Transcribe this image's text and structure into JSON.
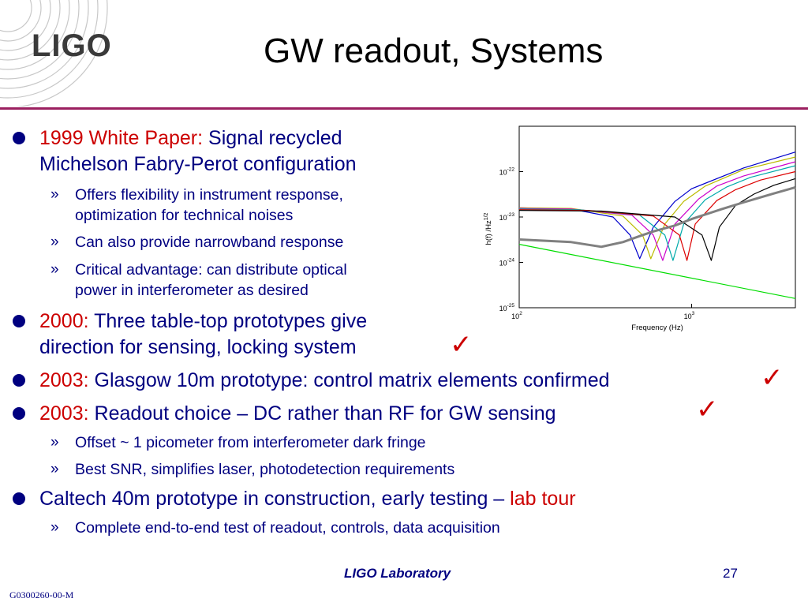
{
  "logo": {
    "text": "LIGO"
  },
  "title": "GW readout, Systems",
  "bullets": [
    {
      "prefix": "1999 White Paper: ",
      "line1": "Signal recycled",
      "line2": "Michelson Fabry-Perot configuration",
      "subs": [
        {
          "line1": "Offers flexibility in instrument response,",
          "line2": "optimization for technical noises"
        },
        {
          "line1": "Can also provide narrowband response"
        },
        {
          "line1": "Critical advantage: can distribute optical",
          "line2": "power in interferometer as desired"
        }
      ]
    },
    {
      "prefix": "2000: ",
      "line1": "Three table-top prototypes give",
      "line2": "direction for sensing, locking system",
      "checked": true
    },
    {
      "prefix": "2003: ",
      "line1": "Glasgow 10m prototype: control matrix elements confirmed",
      "checked": true
    },
    {
      "prefix": "2003: ",
      "line1": "Readout choice – DC rather than RF for GW sensing",
      "checked": true,
      "subs": [
        {
          "line1": "Offset ~ 1 picometer from interferometer dark fringe"
        },
        {
          "line1": "Best SNR, simplifies laser, photodetection requirements"
        }
      ]
    },
    {
      "line1": "Caltech 40m prototype in construction, early testing – ",
      "suffix": "lab tour",
      "subs": [
        {
          "line1": "Complete end-to-end test of readout, controls, data acquisition"
        }
      ]
    }
  ],
  "sub_marker": "»",
  "check_glyph": "✓",
  "chart_data": {
    "type": "line",
    "xlabel": "Frequency (Hz)",
    "ylabel": "h(f) /Hz",
    "ylabel_exp": "1/2",
    "x_scale": "log",
    "y_scale": "log",
    "xlim": [
      100,
      4000
    ],
    "ylim": [
      1e-25,
      1e-21
    ],
    "x_ticks": [
      {
        "base": "10",
        "exp": "2",
        "value": 100
      },
      {
        "base": "10",
        "exp": "3",
        "value": 1000
      }
    ],
    "y_ticks": [
      {
        "base": "10",
        "exp": "-22",
        "value": 1e-22
      },
      {
        "base": "10",
        "exp": "-23",
        "value": 1e-23
      },
      {
        "base": "10",
        "exp": "-24",
        "value": 1e-24
      },
      {
        "base": "10",
        "exp": "-25",
        "value": 1e-25
      }
    ],
    "series": [
      {
        "color": "#0000cc",
        "width": 1.2,
        "x": [
          100,
          200,
          350,
          440,
          500,
          600,
          800,
          1000,
          2000,
          4000
        ],
        "y": [
          1.6e-23,
          1.5e-23,
          1e-23,
          4e-24,
          1.2e-24,
          6e-24,
          2.2e-23,
          4.2e-23,
          1.2e-22,
          2.7e-22
        ]
      },
      {
        "color": "#bbbb00",
        "width": 1.2,
        "x": [
          100,
          200,
          400,
          520,
          580,
          700,
          900,
          1200,
          2000,
          4000
        ],
        "y": [
          1.6e-23,
          1.55e-23,
          1.05e-23,
          4e-24,
          1.2e-24,
          7e-24,
          2.2e-23,
          4.8e-23,
          1.1e-22,
          2.1e-22
        ]
      },
      {
        "color": "#cc00cc",
        "width": 1.2,
        "x": [
          100,
          200,
          450,
          600,
          680,
          800,
          1100,
          1400,
          2000,
          4000
        ],
        "y": [
          1.55e-23,
          1.5e-23,
          1.1e-23,
          4e-24,
          1.1e-24,
          7e-24,
          2.5e-23,
          4.8e-23,
          8e-23,
          1.65e-22
        ]
      },
      {
        "color": "#00aaaa",
        "width": 1.2,
        "x": [
          100,
          220,
          500,
          700,
          780,
          900,
          1200,
          1600,
          2200,
          4000
        ],
        "y": [
          1.5e-23,
          1.45e-23,
          1.1e-23,
          4e-24,
          1.1e-24,
          7e-24,
          2.4e-23,
          4.6e-23,
          7.5e-23,
          1.35e-22
        ]
      },
      {
        "color": "#dd0000",
        "width": 1.2,
        "x": [
          100,
          250,
          600,
          850,
          940,
          1050,
          1400,
          1800,
          2500,
          4000
        ],
        "y": [
          1.45e-23,
          1.4e-23,
          1.05e-23,
          4e-24,
          1.1e-24,
          7e-24,
          2.3e-23,
          4e-23,
          6.5e-23,
          1e-22
        ]
      },
      {
        "color": "#000000",
        "width": 1.2,
        "x": [
          100,
          300,
          800,
          1150,
          1300,
          1450,
          1800,
          2300,
          3000,
          4000
        ],
        "y": [
          1.4e-23,
          1.35e-23,
          1e-23,
          4e-24,
          1.1e-24,
          6e-24,
          1.8e-23,
          3.2e-23,
          5e-23,
          7e-23
        ]
      },
      {
        "color": "#808080",
        "width": 3,
        "x": [
          100,
          200,
          300,
          400,
          500,
          600,
          800,
          1000,
          1500,
          2000,
          3000,
          4000
        ],
        "y": [
          3.2e-24,
          2.8e-24,
          2.2e-24,
          2.8e-24,
          3.8e-24,
          4.8e-24,
          6.5e-24,
          9e-24,
          1.5e-23,
          2.1e-23,
          3.3e-23,
          4.5e-23
        ]
      },
      {
        "color": "#00dd00",
        "width": 1.2,
        "x": [
          100,
          4000
        ],
        "y": [
          2.5e-24,
          1.6e-25
        ]
      }
    ]
  }
}
